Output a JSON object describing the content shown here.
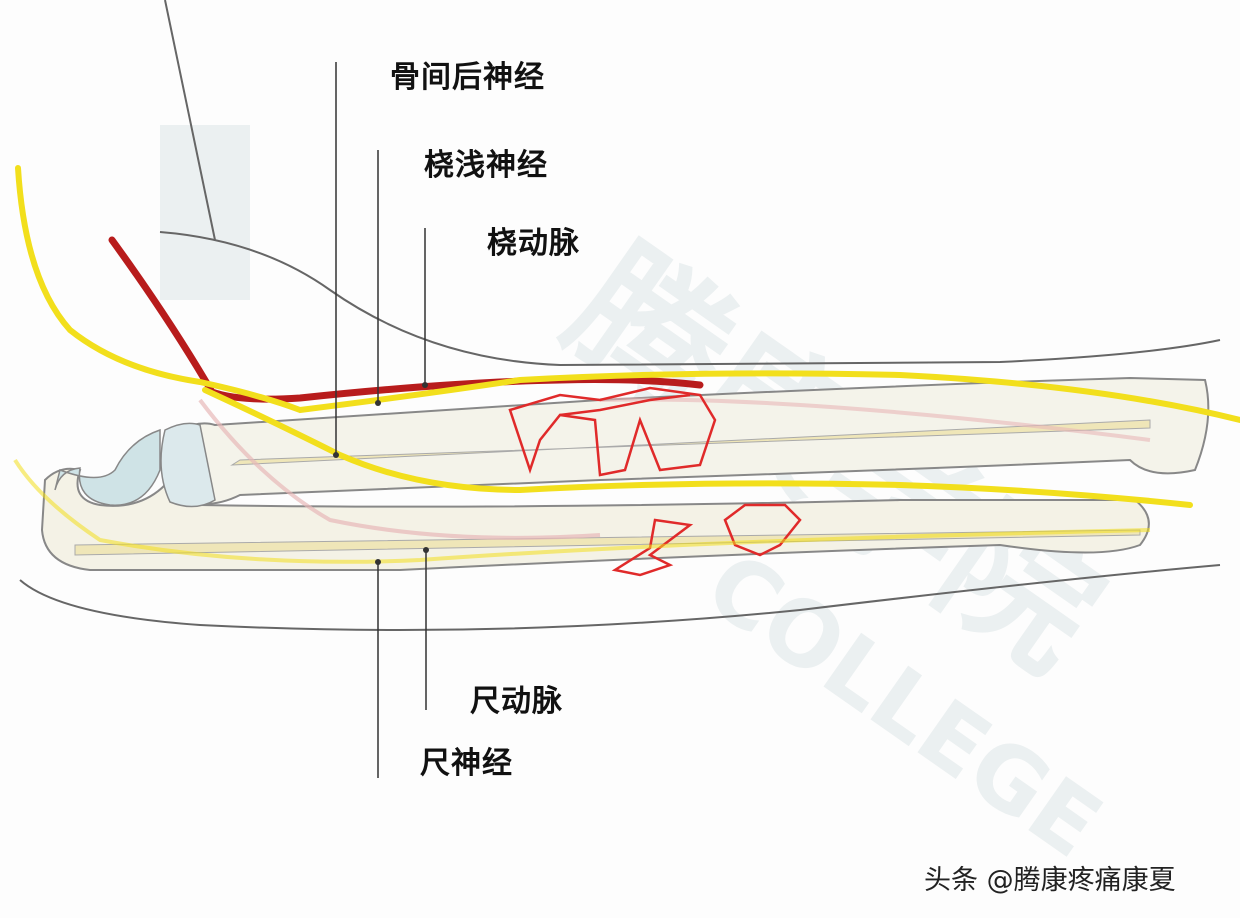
{
  "labels": {
    "posterior_interosseous_nerve": "骨间后神经",
    "superficial_radial_nerve": "桡浅神经",
    "radial_artery": "桡动脉",
    "ulnar_artery": "尺动脉",
    "ulnar_nerve": "尺神经"
  },
  "watermark": {
    "logo_text": "腾康学院",
    "logo_text_en": "COLLEGE",
    "credit": "头条 @腾康疼痛康夏"
  },
  "colors": {
    "nerve": "#f2df1c",
    "artery": "#b81c1c",
    "fracture": "#e02a2a",
    "bone": "#f4f2e2",
    "cartilage": "#cfe3e6",
    "outline": "#555555"
  }
}
